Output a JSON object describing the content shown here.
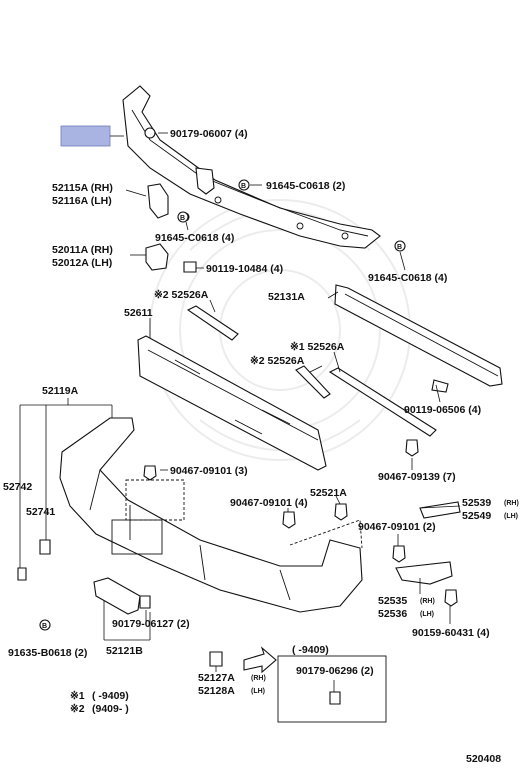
{
  "diagram_number": "520408",
  "highlight_color": "#aab4e3",
  "legend": [
    {
      "symbol": "※1",
      "range": "( -9409)"
    },
    {
      "symbol": "※2",
      "range": "(9409- )"
    }
  ],
  "inset_box": {
    "header": "( -9409)",
    "part": "90179-06296 (2)"
  },
  "labels": {
    "l1": "90179-06007 (4)",
    "l2": "52115A (RH)",
    "l3": "52116A (LH)",
    "l4": "91645-C0618 (2)",
    "l5": "91645-C0618 (4)",
    "l6": "52011A (RH)",
    "l7": "52012A (LH)",
    "l8": "90119-10484 (4)",
    "l9": "91645-C0618 (4)",
    "l10": "※2 52526A",
    "l11": "52131A",
    "l12": "52611",
    "l13": "※1 52526A",
    "l14": "※2 52526A",
    "l15": "52119A",
    "l16": "90119-06506 (4)",
    "l17": "52742",
    "l18": "90467-09101 (3)",
    "l19": "90467-09139 (7)",
    "l20": "52521A",
    "l21": "90467-09101 (4)",
    "l22": "52539",
    "l22s": "(RH)",
    "l23": "52549",
    "l23s": "(LH)",
    "l24": "52741",
    "l25": "90467-09101 (2)",
    "l26": "52535",
    "l26s": "(RH)",
    "l27": "52536",
    "l27s": "(LH)",
    "l28": "90179-06127 (2)",
    "l29": "90159-60431 (4)",
    "l30": "91635-B0618 (2)",
    "l31": "52121B",
    "l32": "52127A",
    "l32s": "(RH)",
    "l33": "52128A",
    "l33s": "(LH)"
  }
}
